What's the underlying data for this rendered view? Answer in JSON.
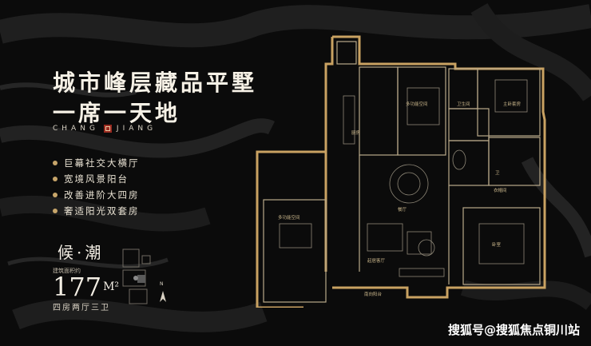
{
  "headline": {
    "line1": "城市峰层藏品平墅",
    "line2": "一席一天地"
  },
  "brand": {
    "left": "CHANG",
    "right": "JIANG"
  },
  "features": [
    "巨幕社交大横厅",
    "宽境风景阳台",
    "改善进阶大四房",
    "奢适阳光双套房"
  ],
  "model": {
    "name": "候·潮",
    "area_label": "建筑面积约",
    "area_value": "177",
    "area_unit": "M²",
    "layout": "四房两厅三卫"
  },
  "floorplan": {
    "rooms": [
      "厨房",
      "多功能空间",
      "主卧套房",
      "卫生间",
      "衣帽间",
      "卫",
      "餐厅",
      "多功能空间",
      "起居客厅",
      "卧室",
      "南向阳台"
    ],
    "compass": "N"
  },
  "watermark": "搜狐号@搜狐焦点铜川站",
  "colors": {
    "background": "#0b0b0b",
    "accent_gold": "#c7a56a",
    "text": "#f2ece0"
  }
}
